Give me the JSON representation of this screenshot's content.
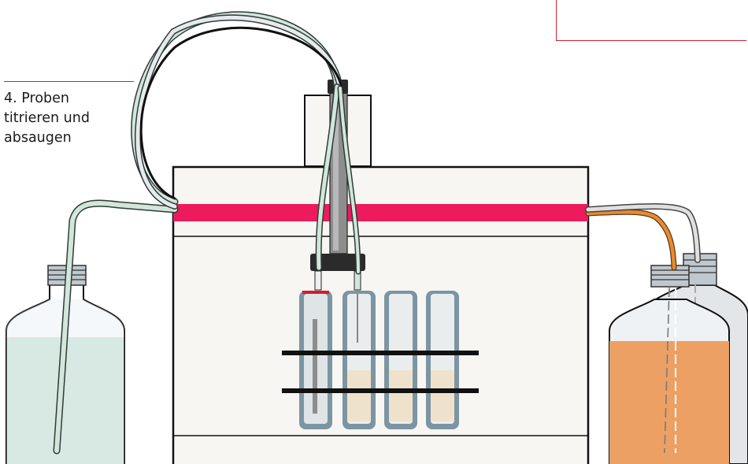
{
  "step": {
    "number": "4.",
    "line1": "Proben",
    "line2": "titrieren und",
    "line3": "absaugen"
  },
  "colors": {
    "accent_red": "#d21e2e",
    "band_pink": "#ed1a5c",
    "reagent_green": "#d3e6da",
    "waste_orange": "#eda063",
    "tube_border": "#7c95a3",
    "sample_beige": "#efe2cd",
    "device_body": "#f7f6f2"
  },
  "icons": [
    "reagent-bottle-icon",
    "waste-bottle-icon",
    "sample-tube-icon",
    "titration-head-icon",
    "tubing-icon"
  ]
}
